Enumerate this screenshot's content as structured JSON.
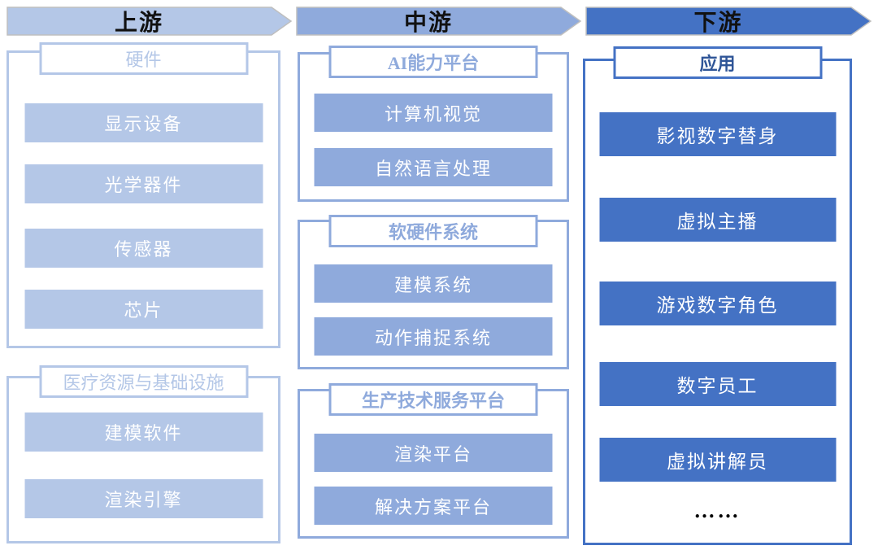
{
  "colors": {
    "background": "#FFFFFF",
    "upstream": "#B4C7E7",
    "midstream": "#8FAADC",
    "downstream": "#4472C4",
    "downstreamTitle": "#2F5597",
    "arrowOutline": "#BFBFBF",
    "itemText": "#FFFFFF",
    "ellipsis": "#000000"
  },
  "columns": [
    {
      "id": "upstream",
      "arrow_label": "上游",
      "groups": [
        {
          "title": "硬件",
          "items": [
            "显示设备",
            "光学器件",
            "传感器",
            "芯片"
          ]
        },
        {
          "title": "医疗资源与基础设施",
          "items": [
            "建模软件",
            "渲染引擎"
          ]
        }
      ]
    },
    {
      "id": "midstream",
      "arrow_label": "中游",
      "groups": [
        {
          "title": "AI能力平台",
          "items": [
            "计算机视觉",
            "自然语言处理"
          ]
        },
        {
          "title": "软硬件系统",
          "items": [
            "建模系统",
            "动作捕捉系统"
          ]
        },
        {
          "title": "生产技术服务平台",
          "items": [
            "渲染平台",
            "解决方案平台"
          ]
        }
      ]
    },
    {
      "id": "downstream",
      "arrow_label": "下游",
      "groups": [
        {
          "title": "应用",
          "items": [
            "影视数字替身",
            "虚拟主播",
            "游戏数字角色",
            "数字员工",
            "虚拟讲解员"
          ],
          "ellipsis": "……"
        }
      ]
    }
  ]
}
